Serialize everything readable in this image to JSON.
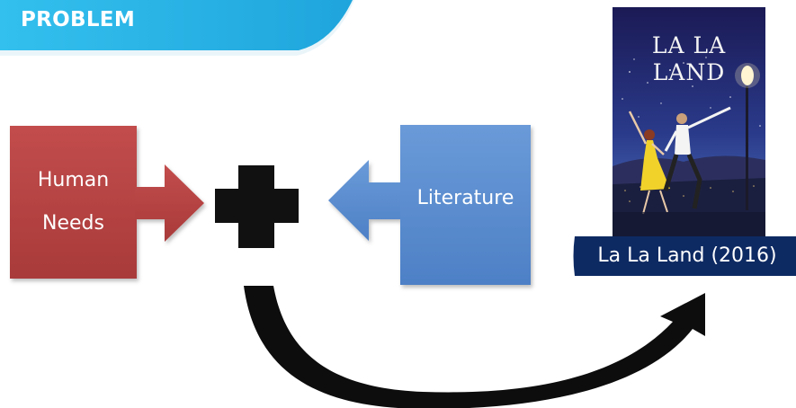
{
  "header": {
    "title": "PROBLEM",
    "color": "#2ab4e6"
  },
  "diagram": {
    "human_needs": {
      "line1": "Human",
      "line2": "Needs",
      "color": "#b84544"
    },
    "plus_color": "#111111",
    "literature": {
      "label": "Literature",
      "color": "#5b8fd0"
    },
    "arrow_color": "#0d0d0d"
  },
  "poster": {
    "title": "LA LA LAND",
    "caption": "La La Land (2016)",
    "caption_color": "#0e2a63"
  }
}
